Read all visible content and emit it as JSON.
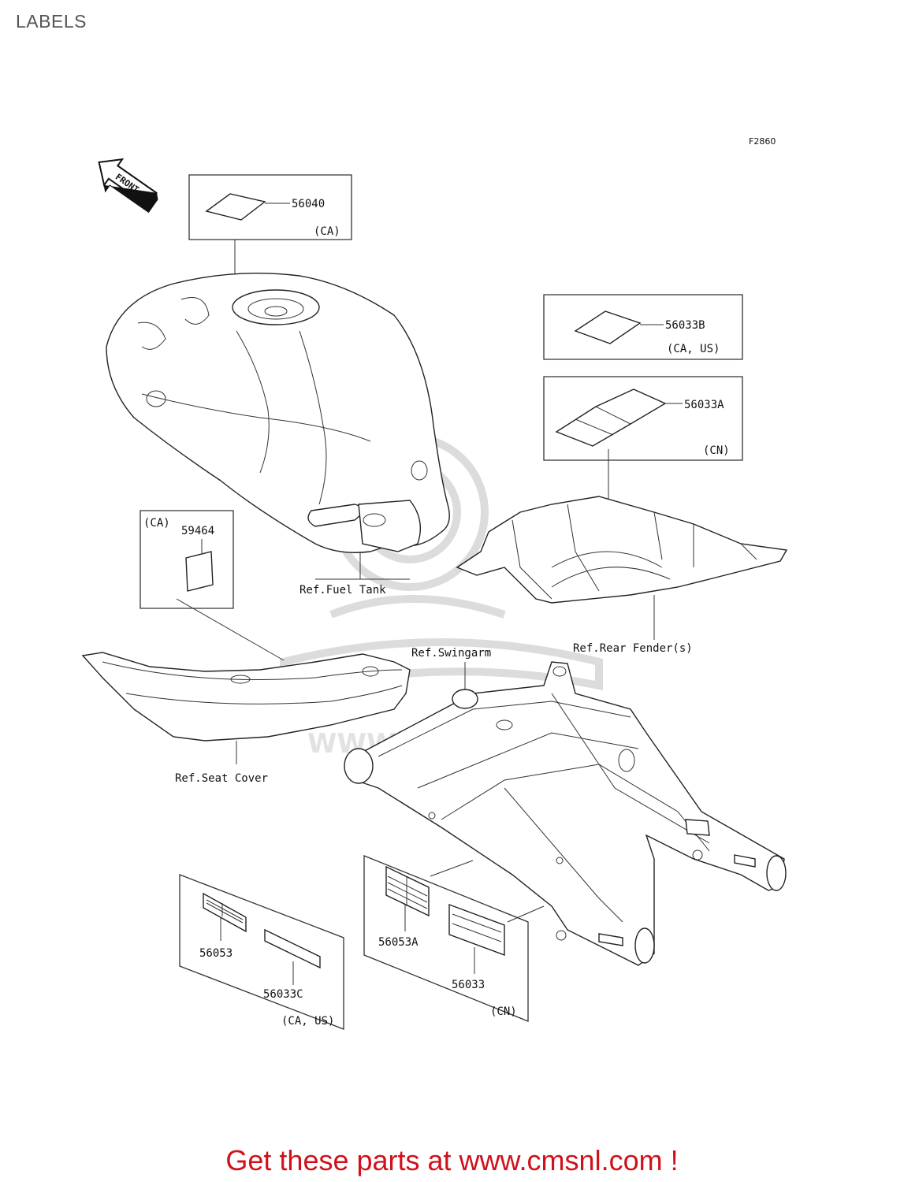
{
  "page": {
    "title": "LABELS"
  },
  "figure": {
    "code": "F2860",
    "front_label": "FRONT",
    "watermark": "WWW.CMSNL.COM",
    "parts": [
      {
        "number": "56040",
        "region": "(CA)"
      },
      {
        "number": "56033B",
        "region": "(CA, US)"
      },
      {
        "number": "56033A",
        "region": "(CN)"
      },
      {
        "number": "59464",
        "region": "(CA)"
      },
      {
        "number": "56053",
        "region": ""
      },
      {
        "number": "56033C",
        "region": "(CA, US)"
      },
      {
        "number": "56053A",
        "region": ""
      },
      {
        "number": "56033",
        "region": "(CN)"
      }
    ],
    "references": [
      "Ref.Fuel Tank",
      "Ref.Rear Fender(s)",
      "Ref.Swingarm",
      "Ref.Seat Cover"
    ]
  },
  "promo": {
    "text": "Get these parts at www.cmsnl.com !"
  }
}
